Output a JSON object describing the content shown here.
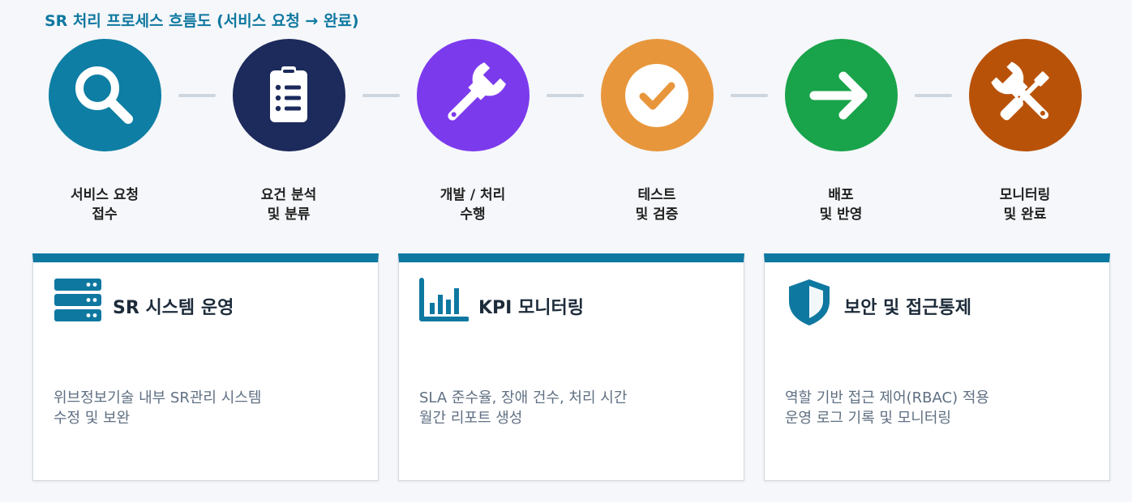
{
  "title": "SR 처리 프로세스 흐름도 (서비스 요청 → 완료)",
  "steps": [
    {
      "icon": "magnifier-icon",
      "color": "#0e7ea4",
      "label_line1": "서비스 요청",
      "label_line2": "접수"
    },
    {
      "icon": "clipboard-checklist-icon",
      "color": "#1c2a5c",
      "label_line1": "요건 분석",
      "label_line2": "및 분류"
    },
    {
      "icon": "wrench-icon",
      "color": "#7c3aed",
      "label_line1": "개발 / 처리",
      "label_line2": "수행"
    },
    {
      "icon": "check-circle-icon",
      "color": "#e8963c",
      "label_line1": "테스트",
      "label_line2": "및 검증"
    },
    {
      "icon": "arrow-right-icon",
      "color": "#19a34a",
      "label_line1": "배포",
      "label_line2": "및 반영"
    },
    {
      "icon": "screwdriver-wrench-icon",
      "color": "#b95209",
      "label_line1": "모니터링",
      "label_line2": "및 완료"
    }
  ],
  "cards": [
    {
      "icon": "server-icon",
      "title": "SR 시스템 운영",
      "desc_line1": "위브정보기술 내부 SR관리 시스템",
      "desc_line2": "수정 및 보완"
    },
    {
      "icon": "bar-chart-icon",
      "title": "KPI 모니터링",
      "desc_line1": "SLA 준수율, 장애 건수, 처리 시간",
      "desc_line2": "월간 리포트 생성"
    },
    {
      "icon": "shield-icon",
      "title": "보안 및 접근통제",
      "desc_line1": "역할 기반 접근 제어(RBAC) 적용",
      "desc_line2": "운영 로그 기록 및 모니터링"
    }
  ],
  "colors": {
    "accent": "#0f78a0",
    "connector": "#cdd5de",
    "card_border_top": "#0f78a0"
  }
}
